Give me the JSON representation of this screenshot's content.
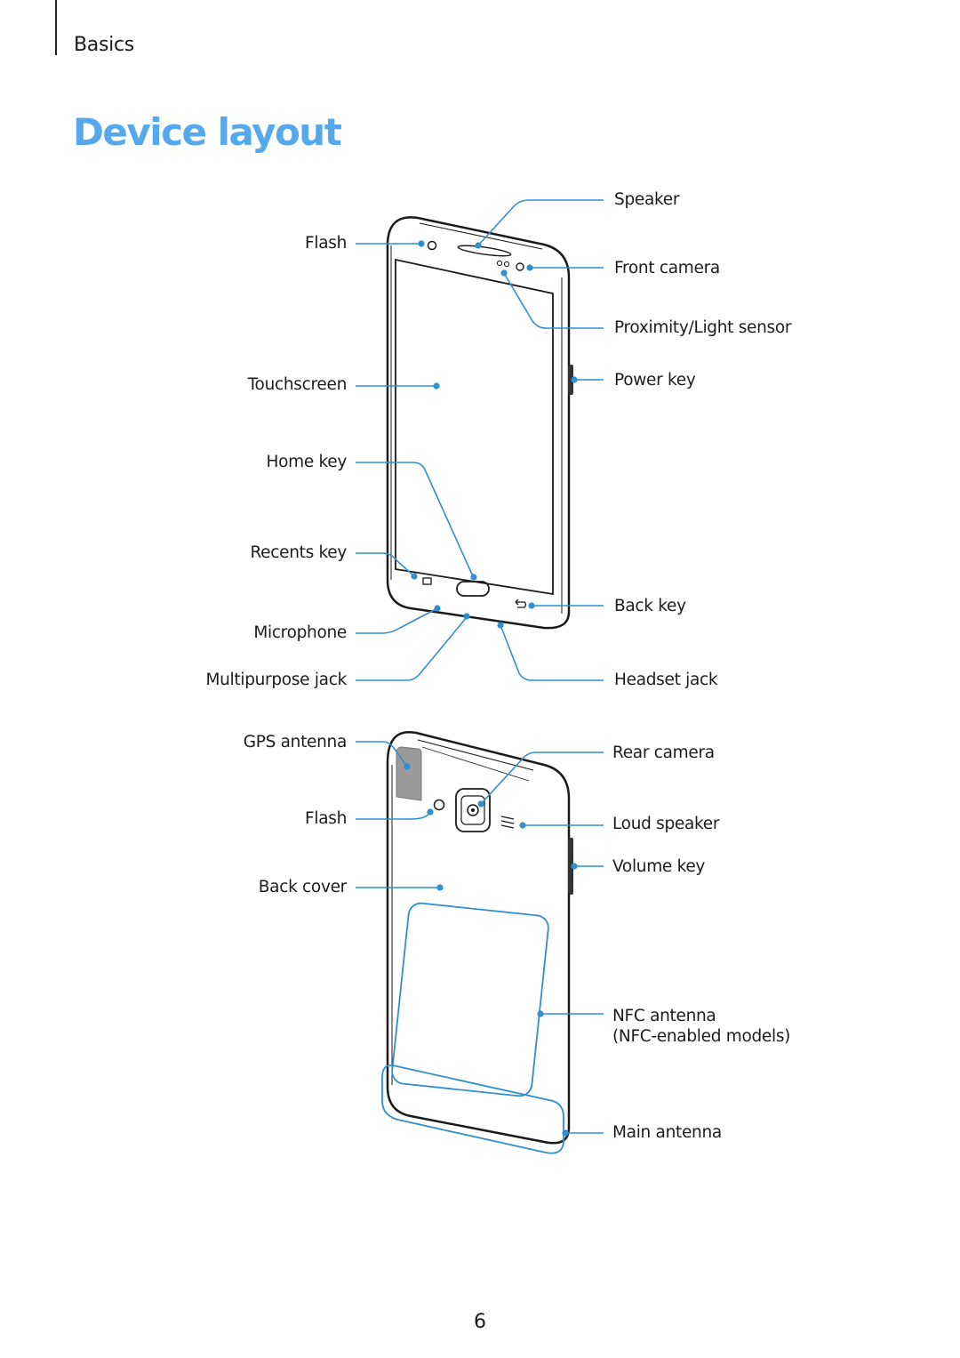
{
  "header": {
    "section": "Basics"
  },
  "title": "Device layout",
  "front": {
    "left_labels": [
      "Flash",
      "Touchscreen",
      "Home key",
      "Recents key",
      "Microphone",
      "Multipurpose jack"
    ],
    "right_labels": [
      "Speaker",
      "Front camera",
      "Proximity/Light sensor",
      "Power key",
      "Back key",
      "Headset jack"
    ]
  },
  "back": {
    "left_labels": [
      "GPS antenna",
      "Flash",
      "Back cover"
    ],
    "right_labels": [
      "Rear camera",
      "Loud speaker",
      "Volume key",
      "NFC antenna",
      "(NFC-enabled models)",
      "Main antenna"
    ]
  },
  "page_number": "6",
  "colors": {
    "accent": "#55a8ec",
    "leader": "#2f8fd0",
    "outline": "#1a1a1a"
  }
}
